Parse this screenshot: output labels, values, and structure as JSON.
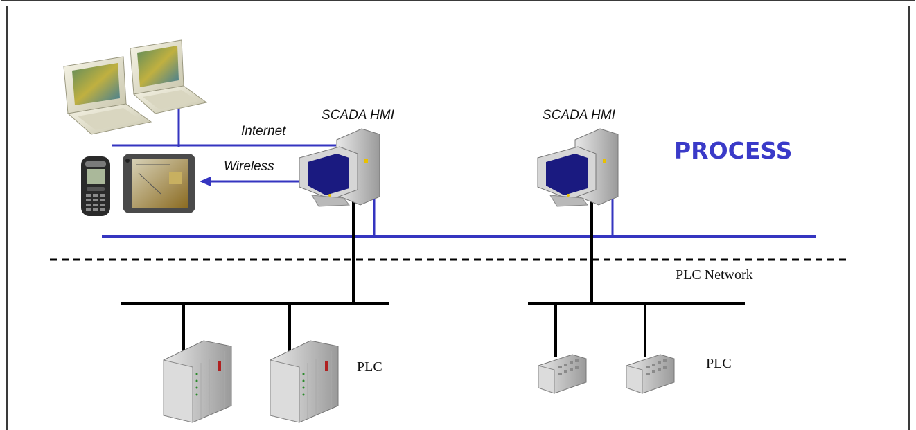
{
  "labels": {
    "internet": "Internet",
    "wireless": "Wireless",
    "scada_hmi_left": "SCADA HMI",
    "scada_hmi_right": "SCADA HMI",
    "process": "PROCESS",
    "plc_network": "PLC Network",
    "plc_left": "PLC",
    "plc_right": "PLC"
  },
  "colors": {
    "blue_link": "#3535c0",
    "black_link": "#000000",
    "process_text": "#3a3ac8",
    "frame_border": "#3a3a3a"
  },
  "icons": [
    "laptop-icon",
    "laptop-icon",
    "mobile-phone-icon",
    "tablet-icon",
    "scada-workstation-icon",
    "scada-workstation-icon",
    "plc-rack-icon",
    "plc-rack-icon",
    "plc-module-icon",
    "plc-module-icon"
  ]
}
